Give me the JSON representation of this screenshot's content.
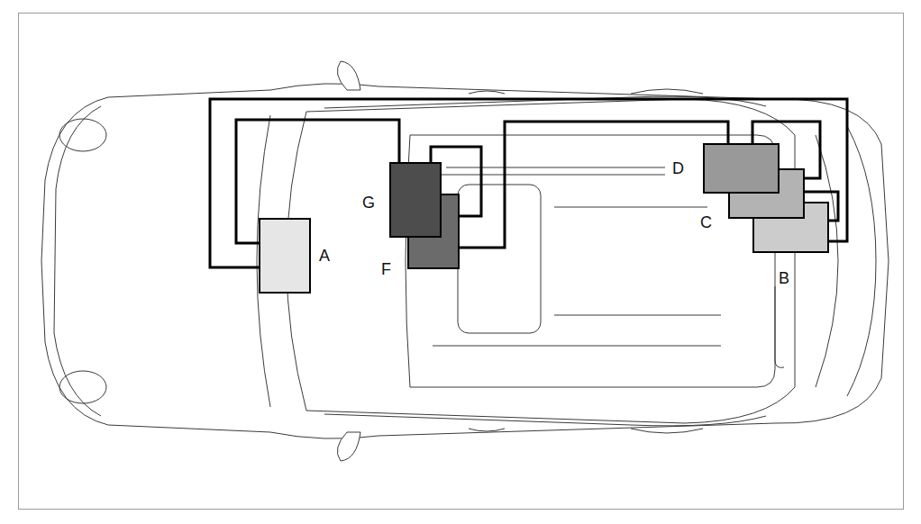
{
  "diagram": {
    "nodes": [
      {
        "text": [
          "A"
        ]
      },
      {
        "text": [
          "G"
        ]
      },
      {
        "text": [
          "F"
        ]
      },
      {
        "text": [
          "D"
        ]
      },
      {
        "text": [
          "C"
        ]
      },
      {
        "text": [
          "B"
        ]
      }
    ],
    "edges": [
      {
        "from": 0,
        "to": 5,
        "arrow": "none"
      },
      {
        "from": 0,
        "to": 1,
        "arrow": "none"
      },
      {
        "from": 1,
        "to": 2,
        "arrow": "none"
      },
      {
        "from": 2,
        "to": 3,
        "arrow": "none"
      },
      {
        "from": 3,
        "to": 4,
        "arrow": "none"
      },
      {
        "from": 4,
        "to": 5,
        "arrow": "none"
      }
    ]
  }
}
